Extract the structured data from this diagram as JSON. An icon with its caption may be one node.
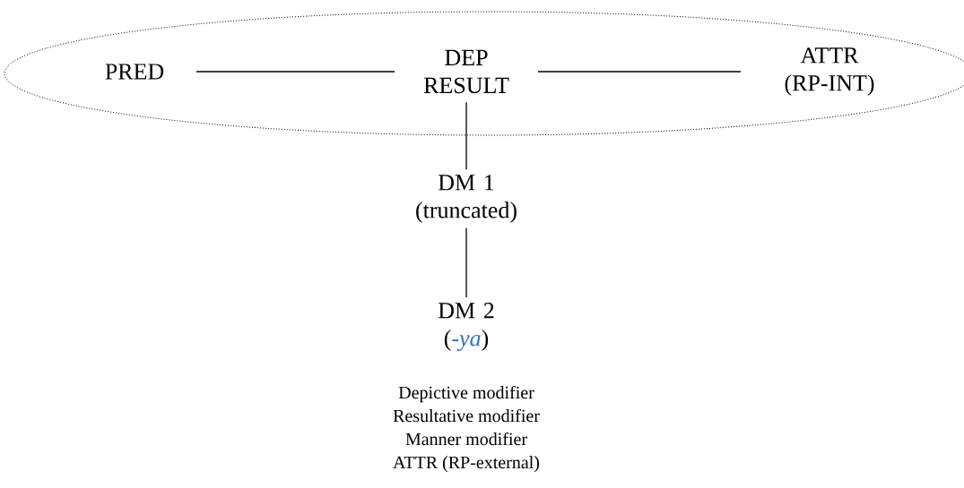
{
  "diagram": {
    "nodes": [
      {
        "text": [],
        "shape": "ellipse"
      },
      {
        "text": [
          "PRED"
        ],
        "in": 0
      },
      {
        "text": [
          "DEP RESULT"
        ],
        "in": 0
      },
      {
        "text": [
          "ATTR (RP-INT)"
        ],
        "in": 0
      },
      {
        "text": [
          "DM 1 (truncated)"
        ]
      },
      {
        "text": [
          "DM 2 (*-ya*)"
        ]
      }
    ],
    "edges": [
      {
        "from": 1,
        "to": 2,
        "arrow": "none"
      },
      {
        "from": 2,
        "to": 3,
        "arrow": "none"
      },
      {
        "from": 2,
        "to": 4,
        "arrow": "none"
      },
      {
        "from": 4,
        "to": 5,
        "arrow": "none"
      }
    ],
    "labels": [
      "Depictive modifier",
      "Resultative modifier",
      "Manner modifier",
      "ATTR (RP-external)"
    ]
  }
}
